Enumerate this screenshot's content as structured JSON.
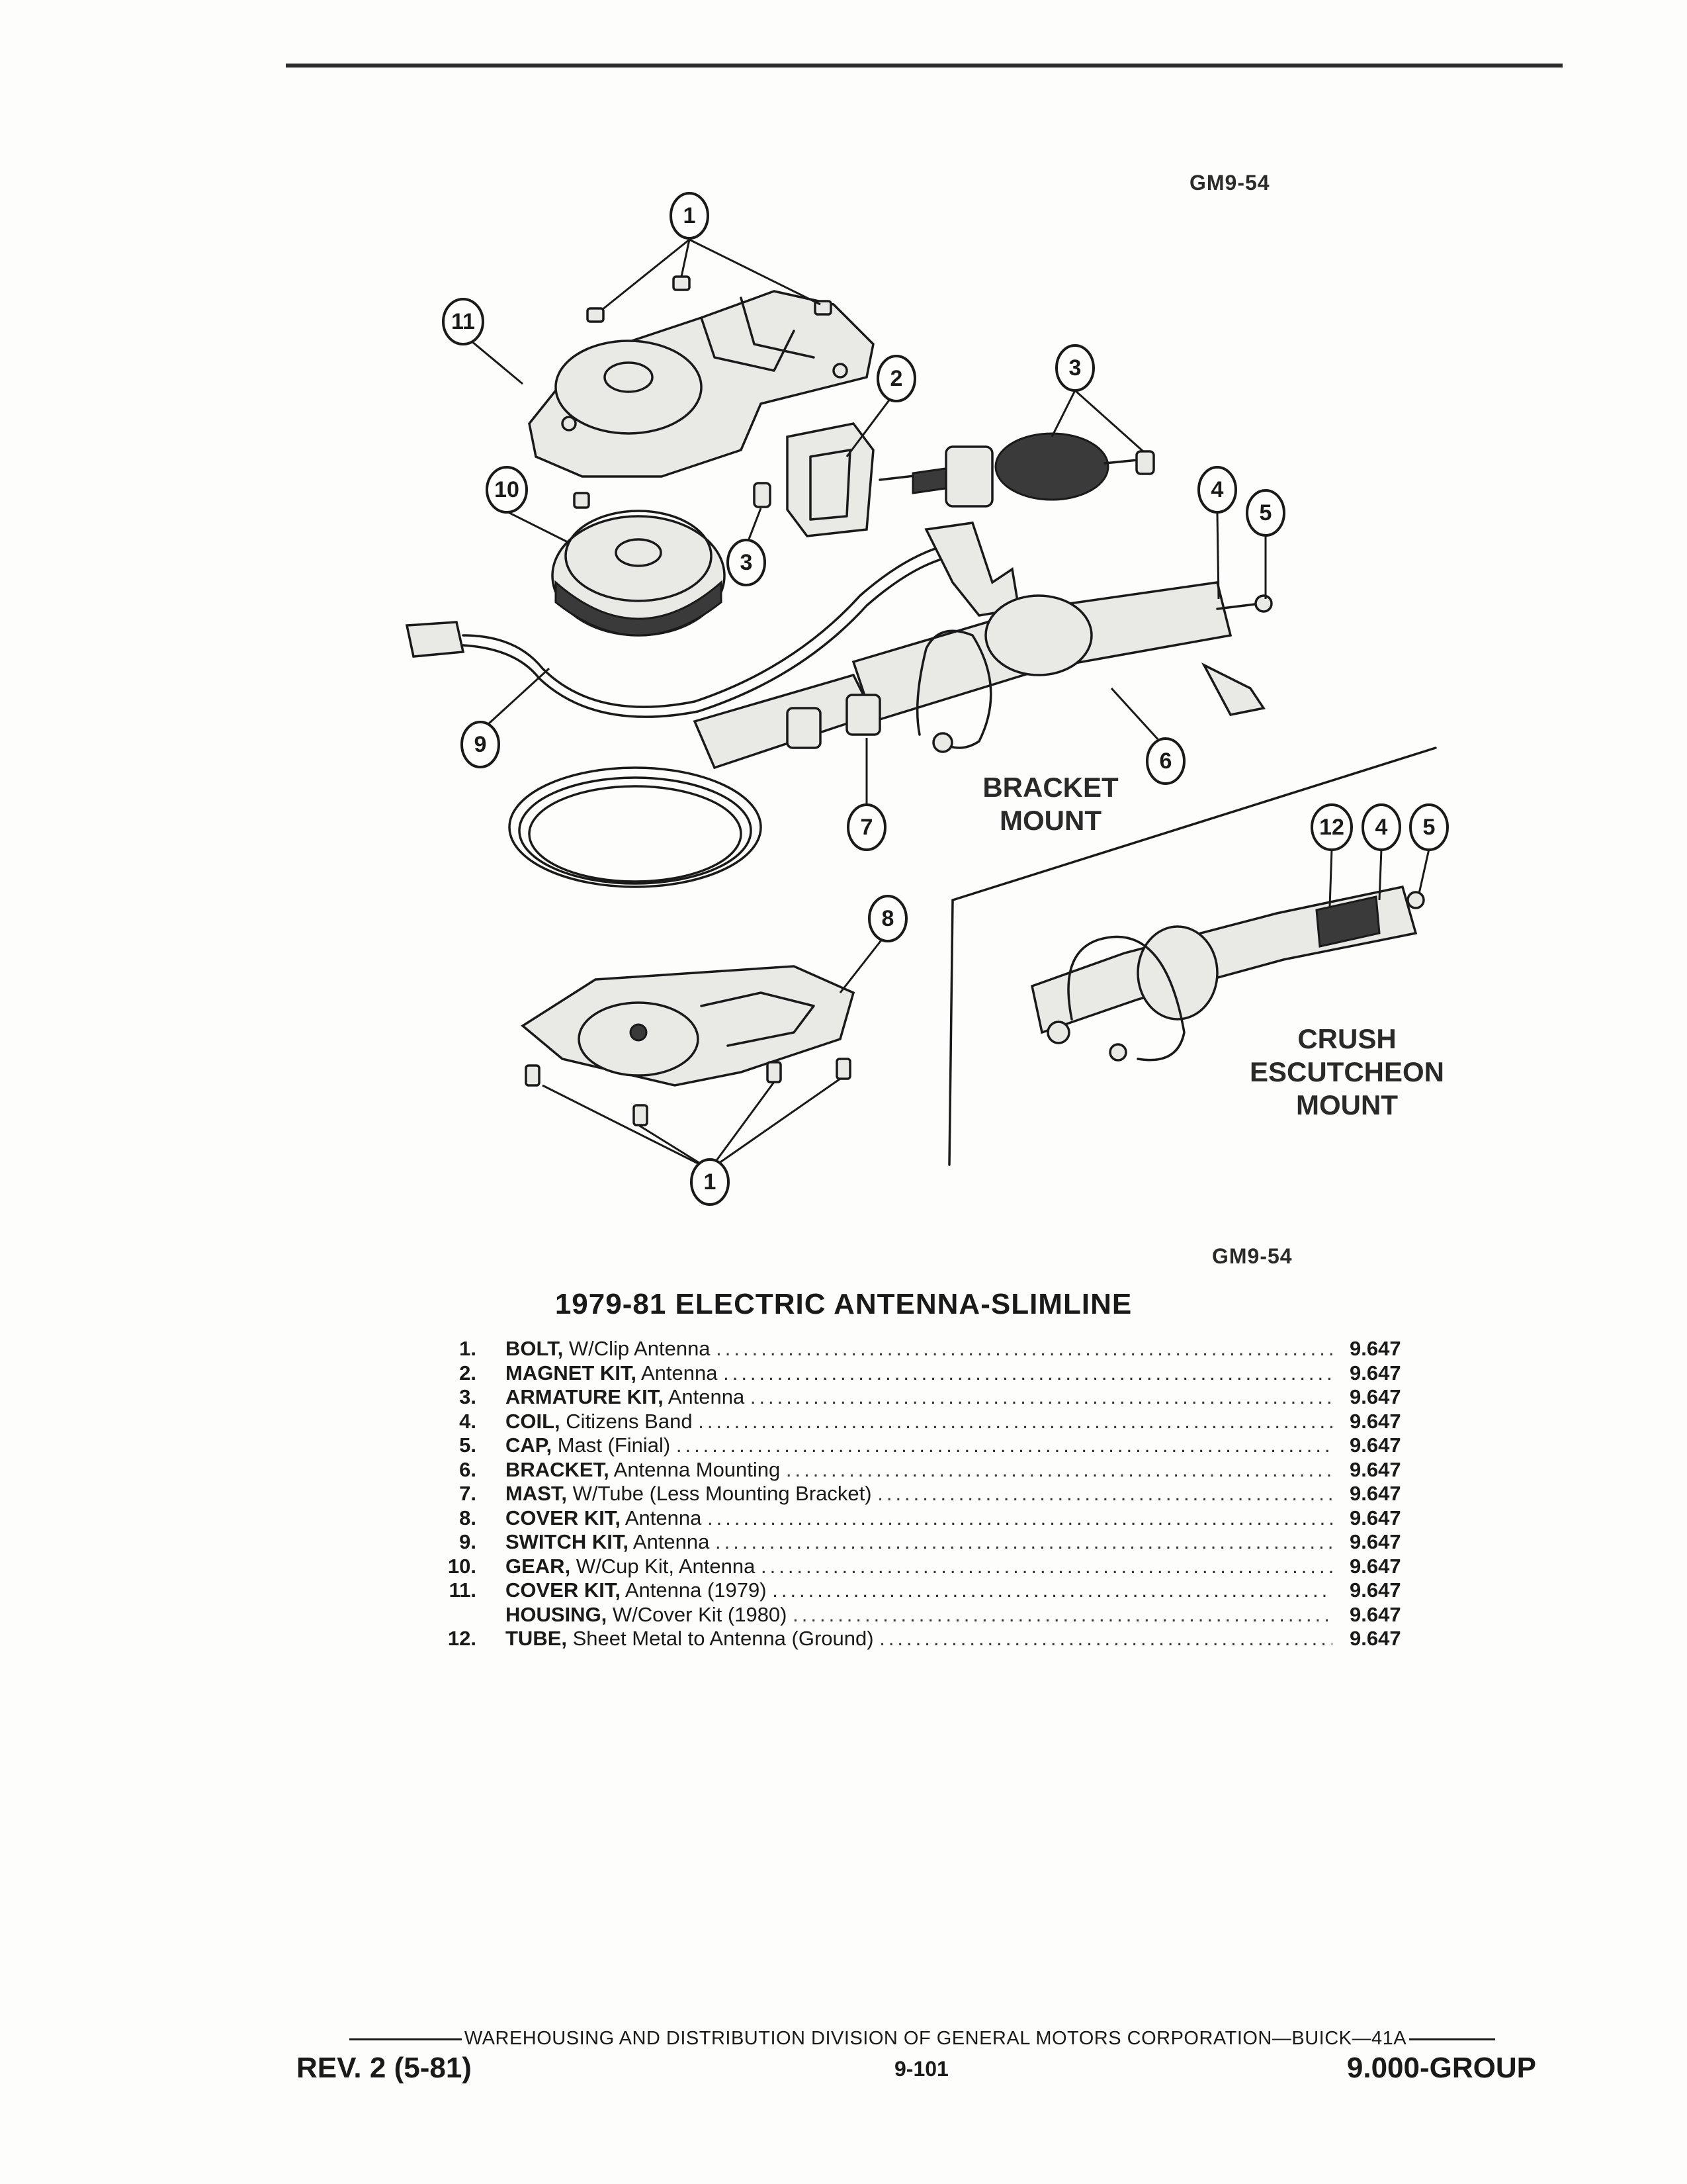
{
  "figure": {
    "code_top": "GM9-54",
    "code_bottom": "GM9-54",
    "labels": {
      "bracket_mount": [
        "BRACKET",
        "MOUNT"
      ],
      "crush_mount": [
        "CRUSH",
        "ESCUTCHEON",
        "MOUNT"
      ]
    },
    "callouts": [
      "1",
      "11",
      "2",
      "3",
      "10",
      "3",
      "4",
      "5",
      "9",
      "6",
      "7",
      "12",
      "4",
      "5",
      "8",
      "1"
    ]
  },
  "parts_list": {
    "title": "1979-81 ELECTRIC ANTENNA-SLIMLINE",
    "items": [
      {
        "num": "1.",
        "name": "BOLT,",
        "desc": "W/Clip Antenna",
        "code": "9.647"
      },
      {
        "num": "2.",
        "name": "MAGNET KIT,",
        "desc": "Antenna",
        "code": "9.647"
      },
      {
        "num": "3.",
        "name": "ARMATURE KIT,",
        "desc": "Antenna",
        "code": "9.647"
      },
      {
        "num": "4.",
        "name": "COIL,",
        "desc": "Citizens Band",
        "code": "9.647"
      },
      {
        "num": "5.",
        "name": "CAP,",
        "desc": "Mast (Finial)",
        "code": "9.647"
      },
      {
        "num": "6.",
        "name": "BRACKET,",
        "desc": "Antenna Mounting",
        "code": "9.647"
      },
      {
        "num": "7.",
        "name": "MAST,",
        "desc": "W/Tube (Less Mounting Bracket)",
        "code": "9.647"
      },
      {
        "num": "8.",
        "name": "COVER KIT,",
        "desc": "Antenna",
        "code": "9.647"
      },
      {
        "num": "9.",
        "name": "SWITCH KIT,",
        "desc": "Antenna",
        "code": "9.647"
      },
      {
        "num": "10.",
        "name": "GEAR,",
        "desc": "W/Cup Kit, Antenna",
        "code": "9.647"
      },
      {
        "num": "11.",
        "name": "COVER KIT,",
        "desc": "Antenna (1979)",
        "code": "9.647"
      },
      {
        "num": "",
        "name": "HOUSING,",
        "desc": "W/Cover Kit (1980)",
        "code": "9.647"
      },
      {
        "num": "12.",
        "name": "TUBE,",
        "desc": "Sheet Metal to Antenna (Ground)",
        "code": "9.647"
      }
    ]
  },
  "footer": {
    "division": "WAREHOUSING AND DISTRIBUTION DIVISION OF GENERAL MOTORS CORPORATION—BUICK—41A",
    "revision": "REV. 2 (5-81)",
    "page": "9-101",
    "group": "9.000-GROUP"
  }
}
